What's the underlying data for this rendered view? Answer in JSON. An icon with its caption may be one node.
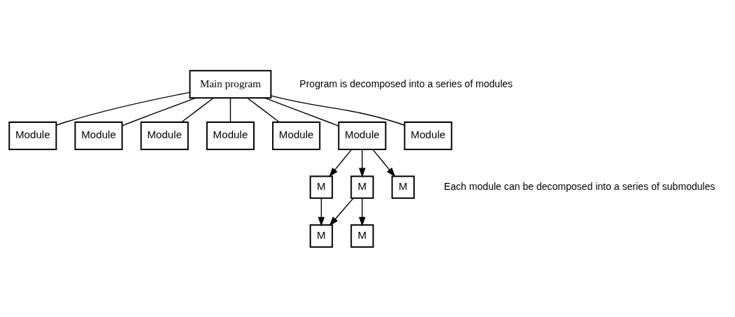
{
  "diagram": {
    "nodes": [
      {
        "text": [
          "Main program"
        ]
      },
      {
        "text": [
          "Module"
        ]
      },
      {
        "text": [
          "Module"
        ]
      },
      {
        "text": [
          "Module"
        ]
      },
      {
        "text": [
          "Module"
        ]
      },
      {
        "text": [
          "Module"
        ]
      },
      {
        "text": [
          "Module"
        ]
      },
      {
        "text": [
          "Module"
        ]
      },
      {
        "text": [
          "M"
        ]
      },
      {
        "text": [
          "M"
        ]
      },
      {
        "text": [
          "M"
        ]
      },
      {
        "text": [
          "M"
        ]
      },
      {
        "text": [
          "M"
        ]
      }
    ],
    "edges": [
      {
        "from": 0,
        "to": 1,
        "arrow": "none"
      },
      {
        "from": 0,
        "to": 2,
        "arrow": "none"
      },
      {
        "from": 0,
        "to": 3,
        "arrow": "none"
      },
      {
        "from": 0,
        "to": 4,
        "arrow": "none"
      },
      {
        "from": 0,
        "to": 5,
        "arrow": "none"
      },
      {
        "from": 0,
        "to": 6,
        "arrow": "none"
      },
      {
        "from": 0,
        "to": 7,
        "arrow": "none"
      },
      {
        "from": 6,
        "to": 8,
        "arrow": "to"
      },
      {
        "from": 6,
        "to": 9,
        "arrow": "to"
      },
      {
        "from": 6,
        "to": 10,
        "arrow": "to"
      },
      {
        "from": 8,
        "to": 11,
        "arrow": "to"
      },
      {
        "from": 9,
        "to": 11,
        "arrow": "to"
      },
      {
        "from": 9,
        "to": 12,
        "arrow": "to"
      }
    ],
    "labels": [
      "Program is decomposed into a series of modules",
      "Each module can be decomposed into a series of submodules"
    ]
  }
}
